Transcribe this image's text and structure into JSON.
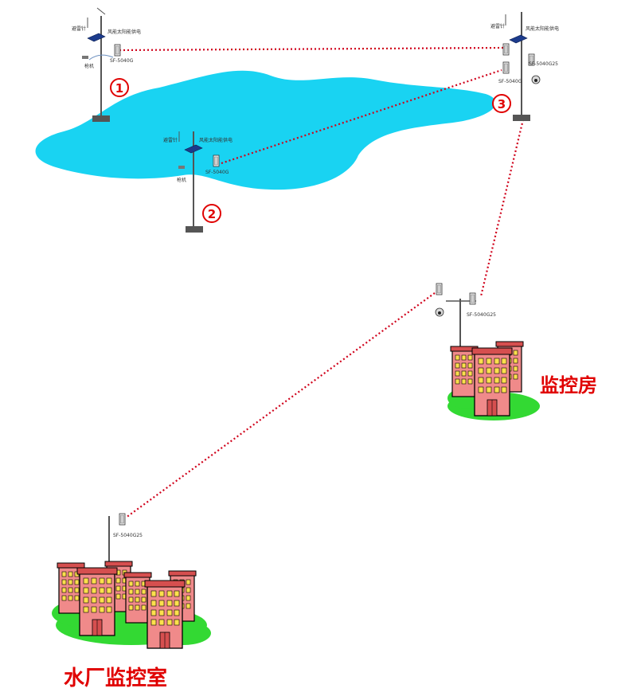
{
  "colors": {
    "link": "#d0021b",
    "lake": "#19d3f2",
    "label": "#e00000",
    "building": "#f08a8a",
    "grass": "#33d933"
  },
  "site1": {
    "num": "①",
    "lightning_rod": "避雷针",
    "power": "风能太阳能供电",
    "model": "SF-5040G",
    "camera": "枪机"
  },
  "site2": {
    "num": "②",
    "lightning_rod": "避雷针",
    "power": "风能太阳能供电",
    "model": "SF-5040G",
    "camera": "枪机"
  },
  "site3": {
    "num": "③",
    "lightning_rod": "避雷针",
    "power": "风能太阳能供电",
    "model_a": "SF-5040G",
    "model_b": "SF-5040G25"
  },
  "relay": {
    "model": "SF-5040G25",
    "name": "监控房"
  },
  "plant": {
    "model": "SF-5040G25",
    "name": "水厂监控室"
  }
}
